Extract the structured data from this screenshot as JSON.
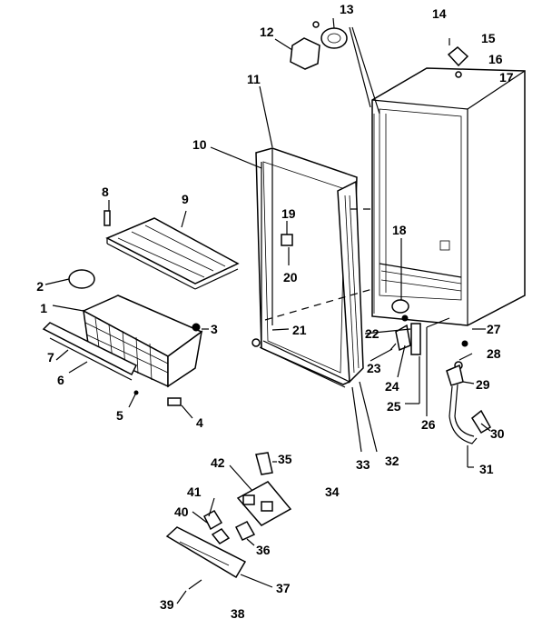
{
  "labels": {
    "l1": "1",
    "l2": "2",
    "l3": "3",
    "l4": "4",
    "l5": "5",
    "l6": "6",
    "l7": "7",
    "l8": "8",
    "l9": "9",
    "l10": "10",
    "l11": "11",
    "l12": "12",
    "l13": "13",
    "l14": "14",
    "l15": "15",
    "l16": "16",
    "l17": "17",
    "l18": "18",
    "l19": "19",
    "l20": "20",
    "l21": "21",
    "l22": "22",
    "l23": "23",
    "l24": "24",
    "l25": "25",
    "l26": "26",
    "l27": "27",
    "l28": "28",
    "l29": "29",
    "l30": "30",
    "l31": "31",
    "l32": "32",
    "l33": "33",
    "l34": "34",
    "l35": "35",
    "l36": "36",
    "l37": "37",
    "l38": "38",
    "l39": "39",
    "l40": "40",
    "l41": "41",
    "l42": "42"
  }
}
